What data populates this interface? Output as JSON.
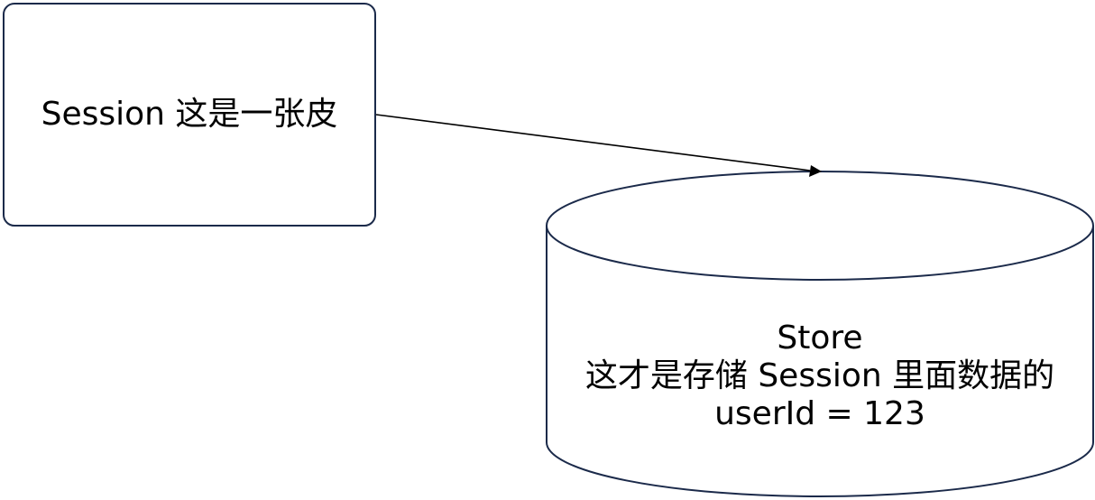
{
  "diagram": {
    "session_box": {
      "label": "Session 这是一张皮"
    },
    "store_cylinder": {
      "lines": [
        "Store",
        "这才是存储 Session 里面数据的",
        "userId = 123"
      ]
    },
    "edge": {
      "from": "session_box",
      "to": "store_cylinder"
    }
  },
  "colors": {
    "stroke": "#1b2a4a",
    "fill": "#ffffff",
    "text": "#000000"
  }
}
